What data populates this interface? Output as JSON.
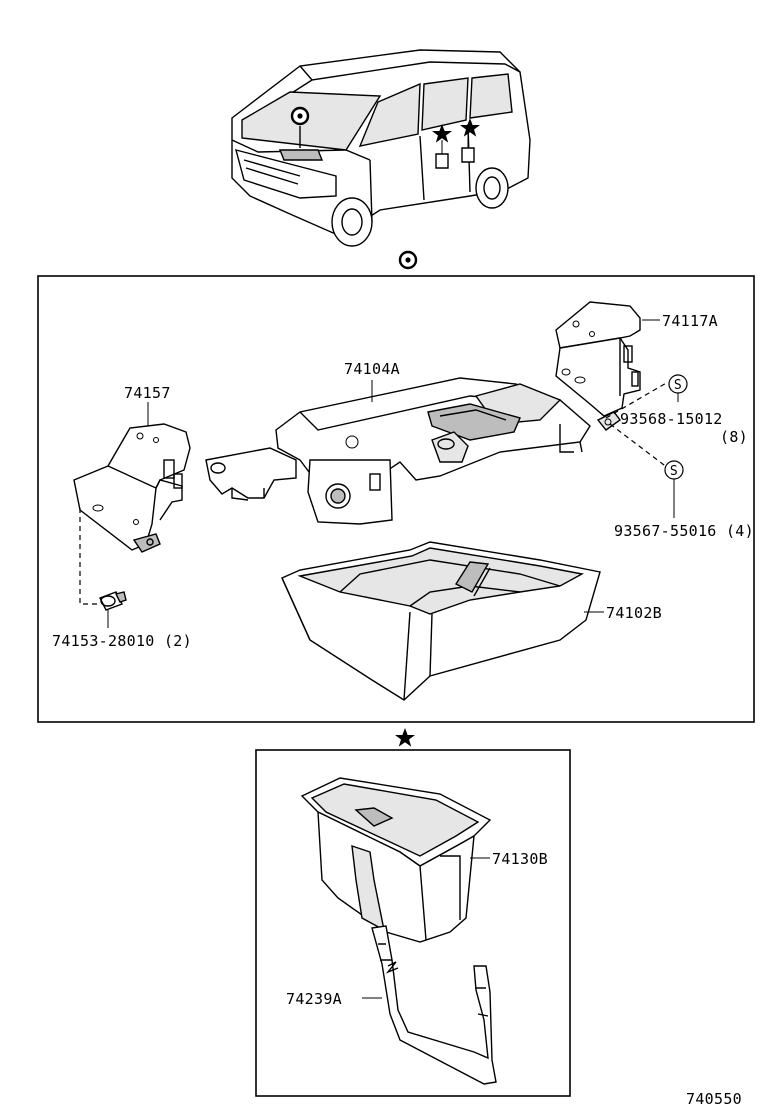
{
  "diagram": {
    "code": "740550",
    "marker_circle": "ring-dot-marker-icon",
    "marker_star": "star-marker-icon",
    "bolt_symbol": "S",
    "parts": {
      "p74117A": "74117A",
      "p74104A": "74104A",
      "p74157": "74157",
      "p93568": "93568-15012",
      "p93568_qty": "(8)",
      "p93567": "93567-55016 (4)",
      "p74153": "74153-28010 (2)",
      "p74102B": "74102B",
      "p74130B": "74130B",
      "p74239A": "74239A"
    }
  }
}
